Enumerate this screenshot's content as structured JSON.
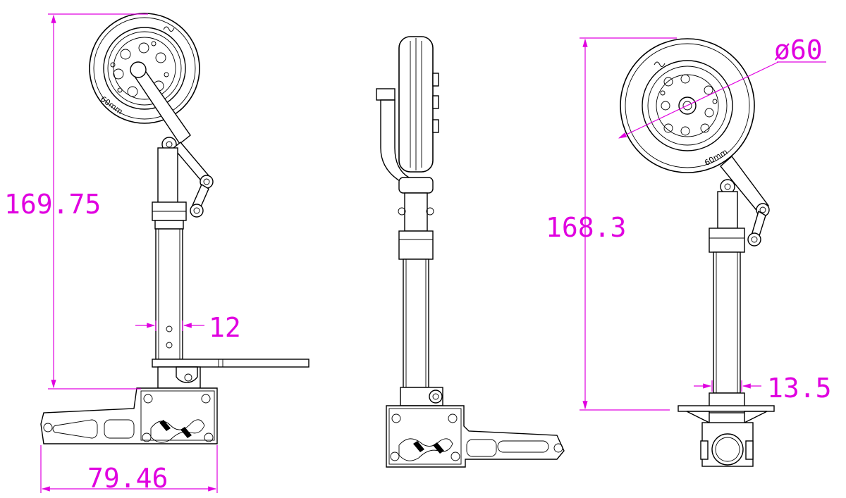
{
  "dimensions": {
    "left_height": "169.75",
    "left_width": "79.46",
    "left_strut": "12",
    "right_height": "168.3",
    "right_strut": "13.5",
    "wheel_diameter": "ø60"
  },
  "wheel_labels": {
    "side_left": "60mm",
    "side_right": "60mm"
  },
  "colors": {
    "dimension": "#e000e0",
    "outline": "#000000"
  }
}
